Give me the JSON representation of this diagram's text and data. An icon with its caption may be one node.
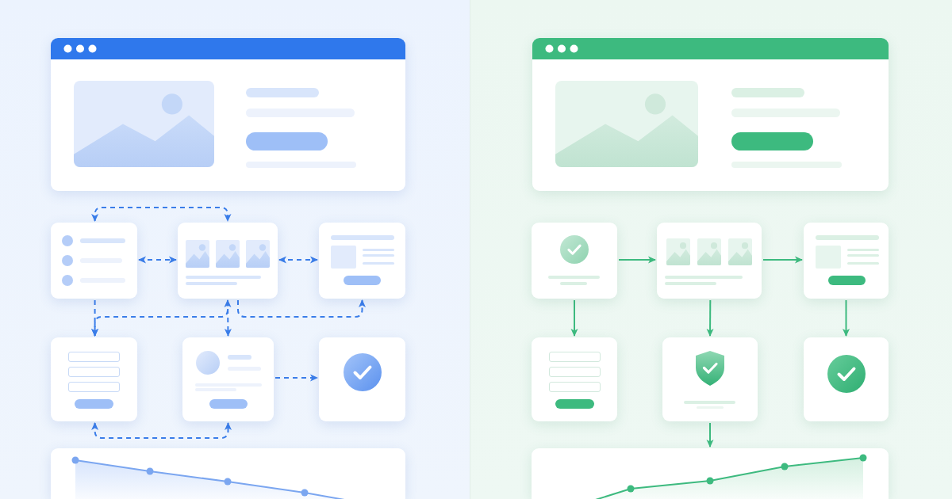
{
  "diagram": {
    "nodes": [
      {
        "text": [],
        "shape": "picture"
      },
      {
        "text": [],
        "shape": "picture"
      },
      {
        "text": [],
        "shape": "picture"
      },
      {
        "text": [],
        "shape": "picture"
      },
      {
        "text": [],
        "shape": "picture"
      },
      {
        "text": [],
        "shape": "picture"
      },
      {
        "text": [],
        "shape": "picture"
      },
      {
        "text": [],
        "shape": "picture"
      },
      {
        "text": [],
        "shape": "picture"
      },
      {
        "text": [],
        "shape": "picture"
      },
      {
        "text": [],
        "shape": "picture"
      },
      {
        "text": [],
        "shape": "picture"
      },
      {
        "text": [],
        "shape": "picture"
      },
      {
        "text": [],
        "shape": "picture"
      },
      {
        "text": [],
        "shape": "picture"
      },
      {
        "text": [],
        "shape": "picture"
      }
    ],
    "edges": [
      {
        "from": 1,
        "to": 2,
        "arrow": "both",
        "style": "dashed"
      },
      {
        "from": 1,
        "to": 2,
        "arrow": "both",
        "style": "dashed"
      },
      {
        "from": 2,
        "to": 3,
        "arrow": "both",
        "style": "dashed"
      },
      {
        "from": 1,
        "to": 4,
        "arrow": "to",
        "style": "dashed"
      },
      {
        "from": 4,
        "to": 2,
        "arrow": "both",
        "style": "dashed"
      },
      {
        "from": 2,
        "to": 5,
        "arrow": "to",
        "style": "dashed"
      },
      {
        "from": 2,
        "to": 3,
        "arrow": "to",
        "style": "dashed"
      },
      {
        "from": 5,
        "to": 6,
        "arrow": "to",
        "style": "dashed"
      },
      {
        "from": 4,
        "to": 5,
        "arrow": "both",
        "style": "dashed"
      },
      {
        "from": 9,
        "to": 10,
        "arrow": "to",
        "color": "#3dba7f"
      },
      {
        "from": 10,
        "to": 11,
        "arrow": "to",
        "color": "#3dba7f"
      },
      {
        "from": 9,
        "to": 12,
        "arrow": "to",
        "color": "#3dba7f"
      },
      {
        "from": 10,
        "to": 13,
        "arrow": "to",
        "color": "#3dba7f"
      },
      {
        "from": 11,
        "to": 14,
        "arrow": "to",
        "color": "#3dba7f"
      },
      {
        "from": 13,
        "to": 15,
        "arrow": "to",
        "color": "#3dba7f"
      }
    ]
  }
}
